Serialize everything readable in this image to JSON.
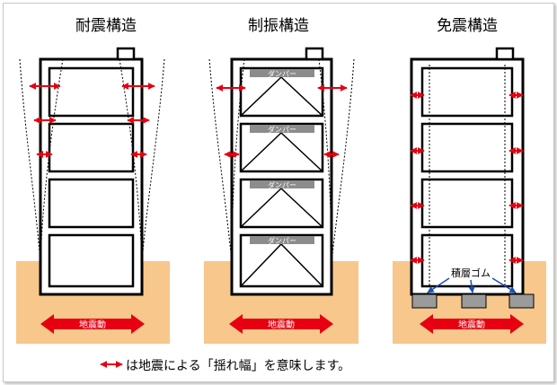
{
  "panels": [
    {
      "title": "耐震構造",
      "ground_label": "地震動"
    },
    {
      "title": "制振構造",
      "ground_label": "地震動",
      "damper_label": "ダンパー"
    },
    {
      "title": "免震構造",
      "ground_label": "地震動",
      "bearing_label": "積層ゴム"
    }
  ],
  "legend_text": "は地震による「揺れ幅」を意味します。",
  "colors": {
    "ground": "#f8c78b",
    "arrow": "#e60012",
    "damper": "#8c8c8c",
    "bearing": "#9b9b9b",
    "legend_arrow": "#e60012"
  }
}
